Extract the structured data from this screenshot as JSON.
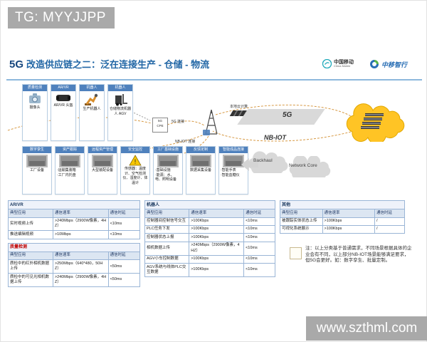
{
  "colors": {
    "accent_blue": "#4f81bd",
    "title_blue": "#2166a5",
    "red": "#c00000",
    "banner_gray": "#a9a9a9",
    "cloud_yellow": "#ffc425"
  },
  "overlays": {
    "top_banner": "TG: MYYJJPP",
    "bottom_banner": "www.szthml.com"
  },
  "header": {
    "title_prefix": "5G",
    "title_rest": "改造供应链之二：泛在连接生产 - 仓储 - 物流",
    "logos": {
      "china_mobile": {
        "name": "中国移动",
        "sub": "China Mobile"
      },
      "partner": {
        "name": "中移智行"
      }
    }
  },
  "diagram": {
    "top_boxes": [
      {
        "header": "质量检测",
        "icon": "camera-icon",
        "items": [
          "摄像头"
        ]
      },
      {
        "header": "AR/VR",
        "icon": "vr-headset-icon",
        "items": [
          "AR/VR 头盔"
        ]
      },
      {
        "header": "机器人",
        "icon": "robot-arm-icon",
        "items": [
          "生产机器人"
        ]
      },
      {
        "header": "机器人",
        "icon": "forklift-icon",
        "items": [
          "仓储物流机器人 AGV"
        ]
      }
    ],
    "bottom_boxes": [
      {
        "header": "数字孪生",
        "icon": "factory-equipment-photo",
        "items": [
          "工厂设备"
        ]
      },
      {
        "header": "资产跟踪",
        "icon": "containers-photo",
        "items": [
          "·运输集装箱",
          "·工厂内托盘"
        ]
      },
      {
        "header": "远程资产管理",
        "icon": "machinery-photo",
        "items": [
          "大型装配设备"
        ]
      },
      {
        "header": "安全监控",
        "icon": "warning-icon",
        "items": [
          "传感器：温度计、空气检测仪、湿度计、体温计"
        ]
      },
      {
        "header": "工厂基础设施",
        "icon": "infrastructure-photo",
        "items": [
          "·基础设施",
          "·能源：水、电、照明设备"
        ]
      },
      {
        "header": "反馈定制",
        "icon": "data-collection-photo",
        "items": [
          "数据采集设备"
        ]
      },
      {
        "header": "智能成品连接",
        "icon": "wearables-photo",
        "items": [
          "·智能手表",
          "·智能血糖仪"
        ]
      }
    ],
    "network": {
      "cpe_line1": "5G",
      "cpe_line2": "CPE",
      "conn_5g": "5G 连接",
      "local_cloud": "本地云计算",
      "conn_nbiot": "NB-IOT 连接",
      "band_5g": "5G",
      "nbiot": "NB-IOT",
      "backhaul": "Backhaul",
      "network_core": "Network Core"
    }
  },
  "tables": {
    "columns": [
      "典型应用",
      "通信速率",
      "通信时延"
    ],
    "left": [
      {
        "title": "AR/VR",
        "rows": [
          [
            "实时视频上传",
            ">240Mbps（2900W像素，4HZ）",
            "<10ms"
          ],
          [
            "推送编辑视频",
            ">10Mbps",
            "<10ms"
          ]
        ]
      },
      {
        "title": "质量检测",
        "red": true,
        "rows": [
          [
            "质检中的红外相机数据上传",
            ">250Mbps（640*480，50HZ）",
            "<50ms"
          ],
          [
            "质检中的可见光相机数据上传",
            ">240Mbps（2900W像素，4HZ）",
            "<50ms"
          ]
        ]
      }
    ],
    "middle": [
      {
        "title": "机器人",
        "rows": [
          [
            "控制器间控制信号交互",
            ">100Kbps",
            "<10ms"
          ],
          [
            "PLC任务下发",
            ">100Kbps",
            "<10ms"
          ],
          [
            "控制器状态上报",
            ">100Kbps",
            "<10ms"
          ],
          [
            "相机数据上传",
            ">240Mbps（2900W像素，4HZ）",
            "<10ms"
          ],
          [
            "AGV小车控制数据",
            ">100Kbps",
            "<10ms"
          ],
          [
            "AGV系统与线体PLC交互数据",
            ">100Kbps",
            "<10ms"
          ]
        ]
      }
    ],
    "right": [
      {
        "title": "其他",
        "rows": [
          [
            "被跟踪实体状态上传",
            ">100Kbps",
            "/"
          ],
          [
            "可视化系统展示",
            ">100Kbps",
            "/"
          ]
        ]
      }
    ]
  },
  "note": "注：以上分类基于普通需求，不同场景根据具体的企业会有不同，以上部分NB-IOT场景能够满足要求，但5G会更好。如：数字孪生、批量定制。"
}
